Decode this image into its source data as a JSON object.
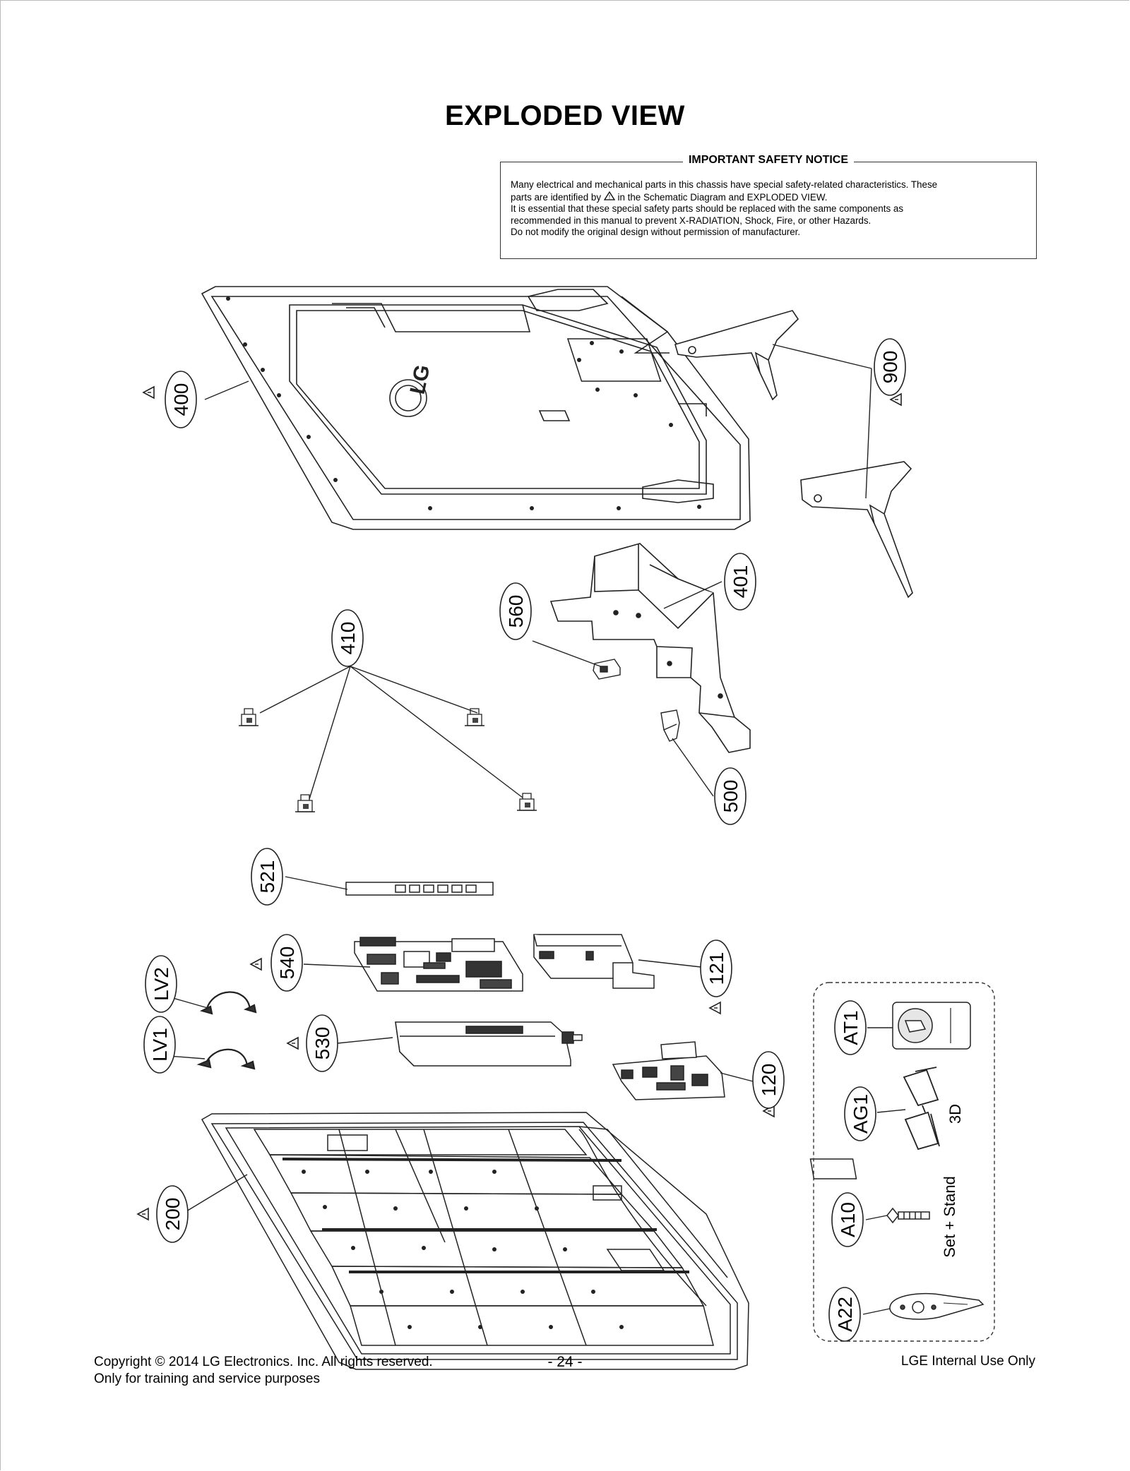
{
  "page": {
    "title": "EXPLODED VIEW",
    "page_number": "- 24 -"
  },
  "notice": {
    "heading": "IMPORTANT SAFETY NOTICE",
    "line1": "Many electrical and mechanical parts in this chassis have special safety-related characteristics. These",
    "line2_pre": "parts are identified by",
    "line2_post": "in the Schematic Diagram and EXPLODED VIEW.",
    "line3": "It is essential that these special safety parts should be replaced with the same components as",
    "line4": "recommended in this manual to prevent X-RADIATION, Shock, Fire, or other Hazards.",
    "line5": "Do not modify the original design without permission of manufacturer."
  },
  "parts": {
    "p400": "400",
    "p900": "900",
    "p401": "401",
    "p560": "560",
    "p410": "410",
    "p500": "500",
    "p521": "521",
    "p540": "540",
    "p121": "121",
    "pLV2": "LV2",
    "pLV1": "LV1",
    "p530": "530",
    "p120": "120",
    "p200": "200",
    "pAT1": "AT1",
    "pAG1": "AG1",
    "pA10": "A10",
    "pA22": "A22"
  },
  "accessory_notes": {
    "glasses": "3D",
    "screw": "Set + Stand"
  },
  "logo_text": "LG",
  "footer": {
    "copyright": "Copyright  © 2014 LG Electronics. Inc. All rights reserved.",
    "purpose": "Only for training and service purposes",
    "internal": "LGE Internal Use Only"
  },
  "colors": {
    "line": "#222222",
    "fill_light": "#f4f4f4",
    "fill_dark": "#333333"
  }
}
